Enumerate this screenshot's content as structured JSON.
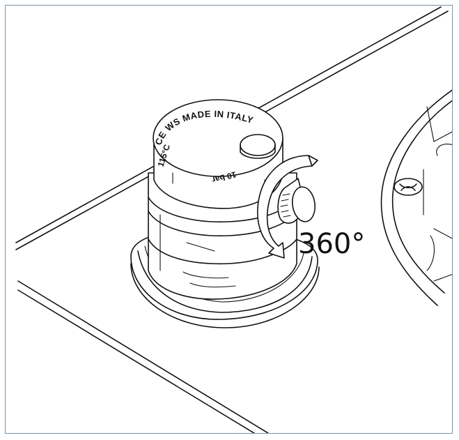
{
  "rotation_label": "360°",
  "cap_marking_top": "CE WS MADE IN ITALY",
  "cap_marking_left": "115°C",
  "cap_marking_bottom": "10 bar",
  "colors": {
    "frame_border": "#7a90a8",
    "line": "#111111",
    "background": "#ffffff"
  }
}
